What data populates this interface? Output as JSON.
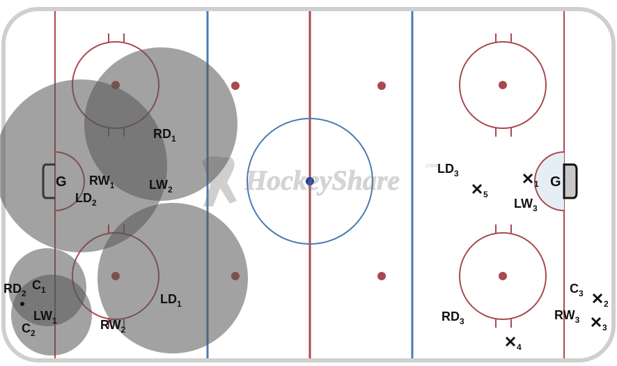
{
  "watermark": "HockeyShare",
  "watermark_suffix": ".com",
  "goalie_left": "G",
  "goalie_right": "G",
  "left_players": [
    {
      "id": "RD1",
      "text": "RD",
      "sub": "1"
    },
    {
      "id": "RW1",
      "text": "RW",
      "sub": "1"
    },
    {
      "id": "LW2",
      "text": "LW",
      "sub": "2"
    },
    {
      "id": "LD2",
      "text": "LD",
      "sub": "2"
    },
    {
      "id": "LD1",
      "text": "LD",
      "sub": "1"
    },
    {
      "id": "RW2",
      "text": "RW",
      "sub": "2"
    },
    {
      "id": "RD2",
      "text": "RD",
      "sub": "2"
    },
    {
      "id": "C1",
      "text": "C",
      "sub": "1"
    },
    {
      "id": "LW1",
      "text": "LW",
      "sub": "1"
    },
    {
      "id": "C2",
      "text": "C",
      "sub": "2"
    }
  ],
  "right_players": [
    {
      "id": "LD3",
      "text": "LD",
      "sub": "3"
    },
    {
      "id": "LW3",
      "text": "LW",
      "sub": "3"
    },
    {
      "id": "RD3",
      "text": "RD",
      "sub": "3"
    },
    {
      "id": "C3",
      "text": "C",
      "sub": "3"
    },
    {
      "id": "RW3",
      "text": "RW",
      "sub": "3"
    }
  ],
  "markers": [
    {
      "id": "m1",
      "num": "1"
    },
    {
      "id": "m2",
      "num": "2"
    },
    {
      "id": "m3",
      "num": "3"
    },
    {
      "id": "m4",
      "num": "4"
    },
    {
      "id": "m5",
      "num": "5"
    }
  ],
  "colors": {
    "red_line": "#a8494d",
    "blue_line": "#4a7bb0",
    "zone_fill": "#555555",
    "board": "#cccccc"
  }
}
